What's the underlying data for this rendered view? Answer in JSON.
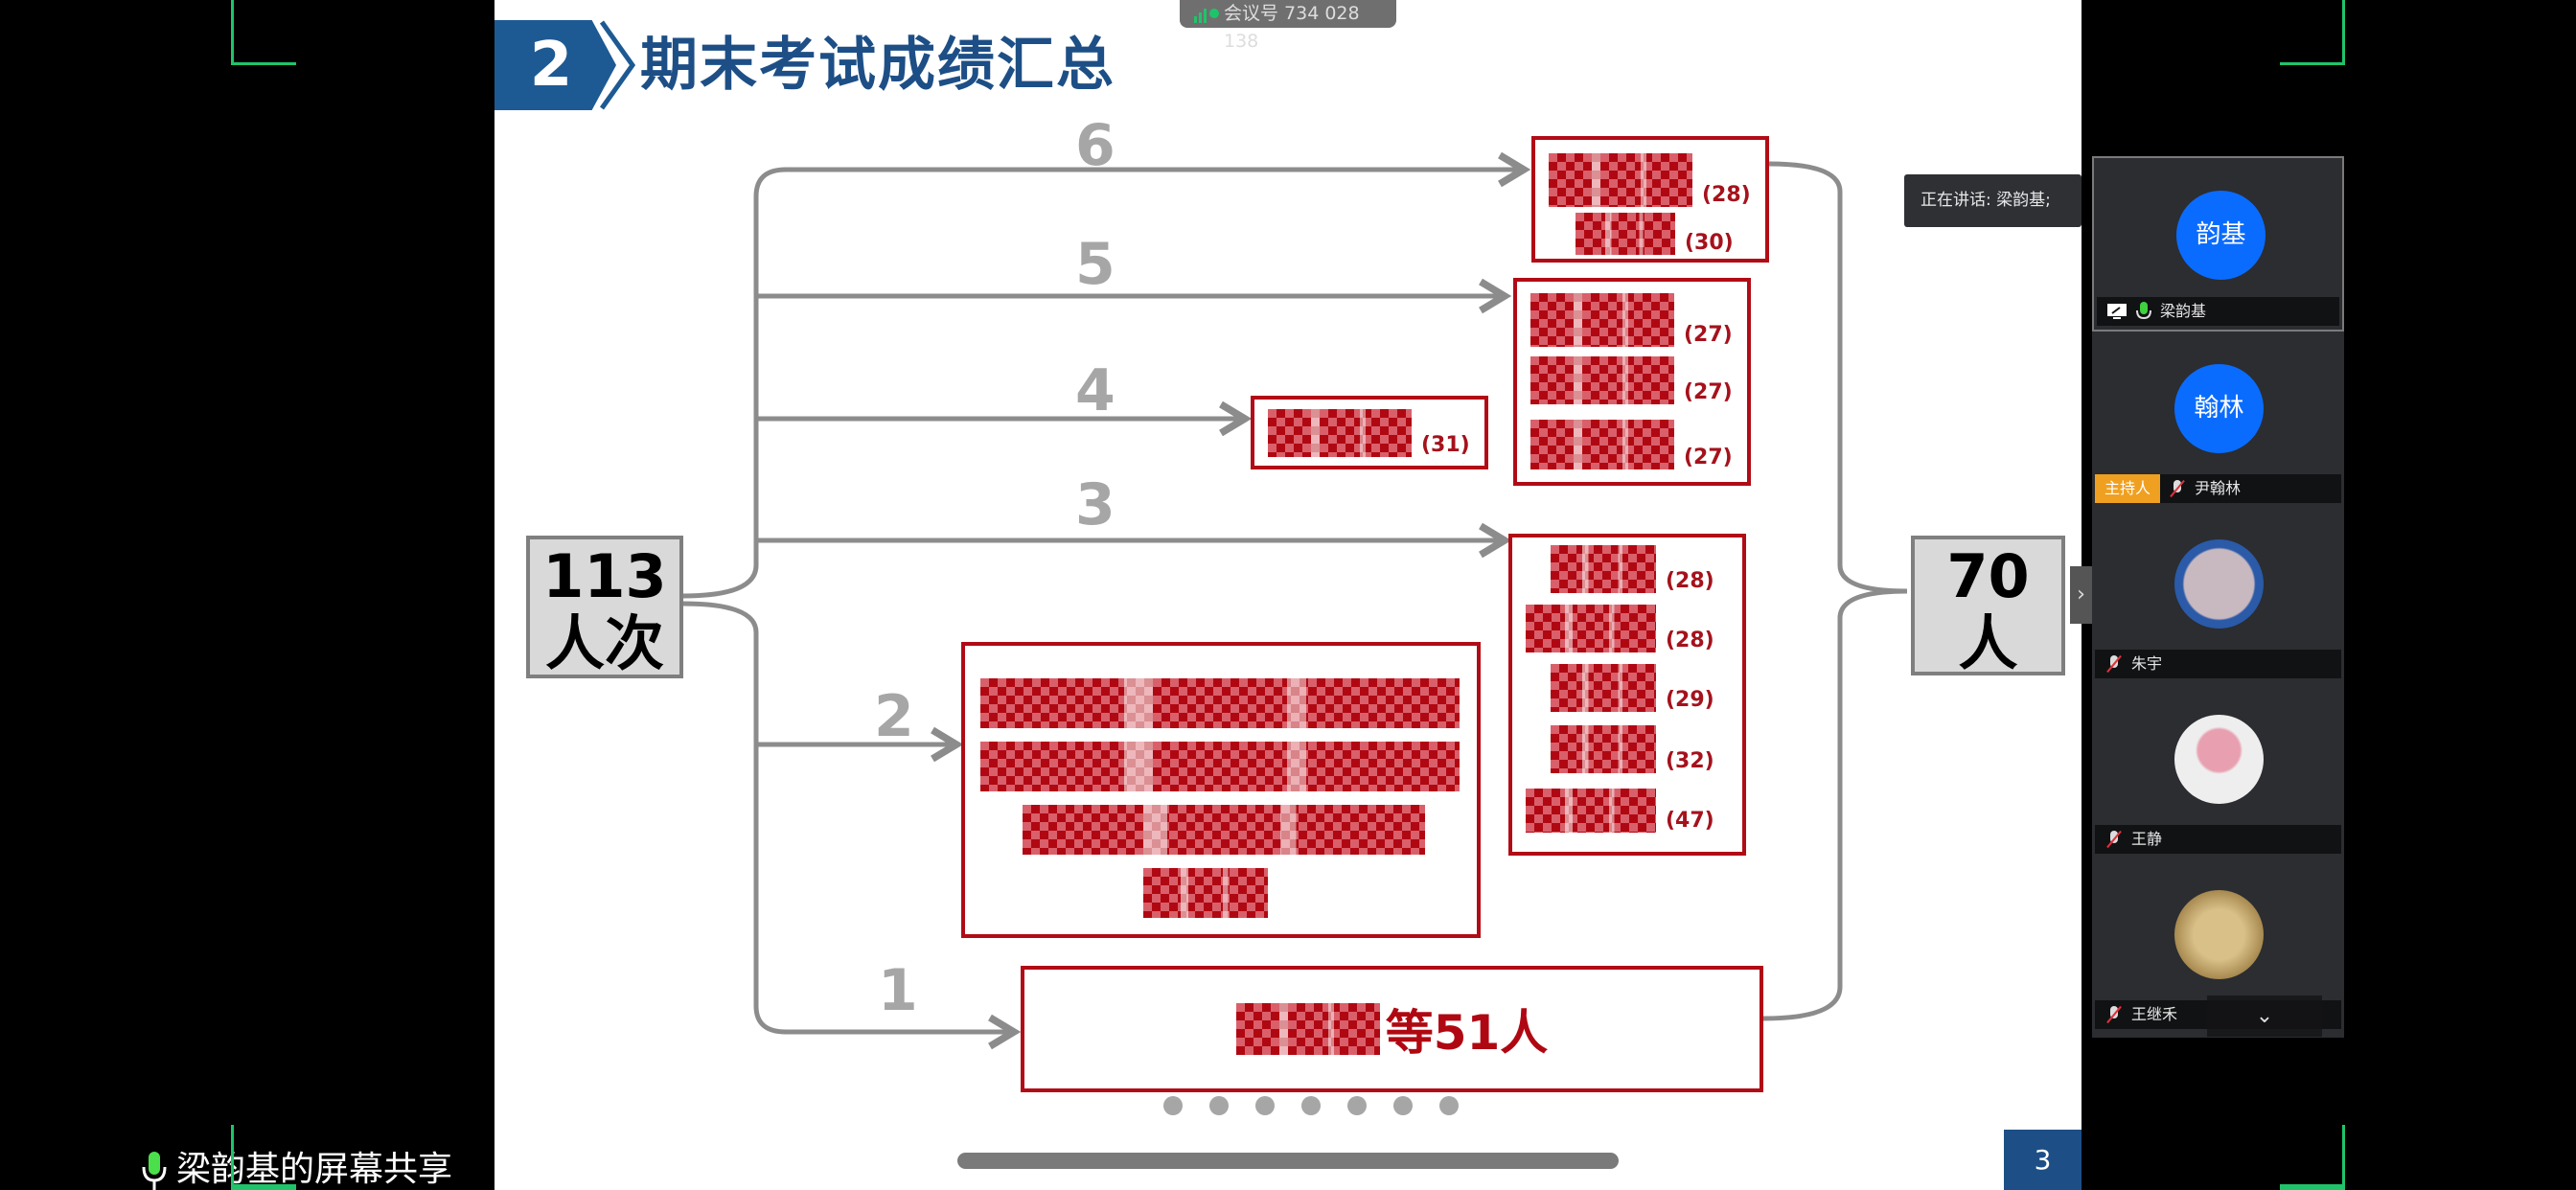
{
  "meeting": {
    "id_label": "会议号 734 028 138"
  },
  "slide": {
    "section_number": "2",
    "title": "期末考试成绩汇总",
    "total": {
      "value": "113",
      "unit": "人次"
    },
    "result": {
      "value": "70",
      "unit": "人"
    },
    "branches": [
      {
        "label": "6",
        "scores": [
          "(28)",
          "(30)"
        ]
      },
      {
        "label": "5",
        "scores": [
          "(27)",
          "(27)",
          "(27)"
        ]
      },
      {
        "label": "4",
        "scores": [
          "(31)"
        ]
      },
      {
        "label": "3",
        "scores": [
          "(28)",
          "(28)",
          "(29)",
          "(32)",
          "(47)"
        ]
      },
      {
        "label": "2",
        "scores": []
      },
      {
        "label": "1",
        "summary": "等51人"
      }
    ],
    "page_number": "3",
    "dots_count": 7
  },
  "share_label": "梁韵基的屏幕共享",
  "speaking_tooltip": "正在讲话: 梁韵基;",
  "participants": [
    {
      "avatar_text": "韵基",
      "name": "梁韵基",
      "avatar_color": "#0a6cff",
      "sharing": true,
      "mic": "on"
    },
    {
      "avatar_text": "翰林",
      "name": "尹翰林",
      "avatar_color": "#0a6cff",
      "host_badge": "主持人",
      "mic": "off"
    },
    {
      "name": "朱宇",
      "avatar_color": "#2a5aa8",
      "mic": "off"
    },
    {
      "name": "王静",
      "avatar_color": "#e8c0c8",
      "mic": "off"
    },
    {
      "name": "王继禾",
      "avatar_color": "#b89a5a",
      "mic": "off"
    }
  ],
  "colors": {
    "accent_blue": "#1d4f86",
    "red": "#b10c16",
    "green": "#1fc46a"
  }
}
